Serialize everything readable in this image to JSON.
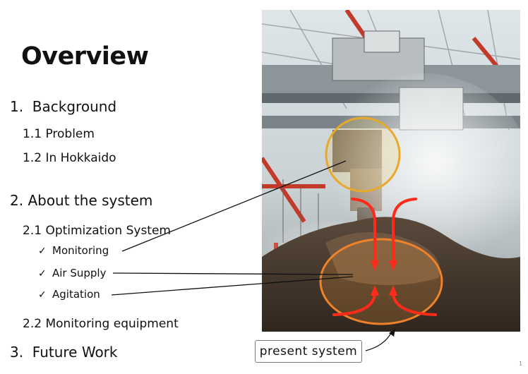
{
  "slide": {
    "title": "Overview",
    "outline": {
      "s1": "1.  Background",
      "s1_1": "1.1 Problem",
      "s1_2": "1.2 In Hokkaido",
      "s2": "2. About the system",
      "s2_1": "2.1 Optimization System",
      "s2_1_items": [
        "Monitoring",
        "Air Supply",
        "Agitation"
      ],
      "s2_2": "2.2 Monitoring equipment",
      "s3": "3.  Future Work"
    },
    "check_glyph": "✓",
    "caption": "present system",
    "page_number": "1"
  }
}
